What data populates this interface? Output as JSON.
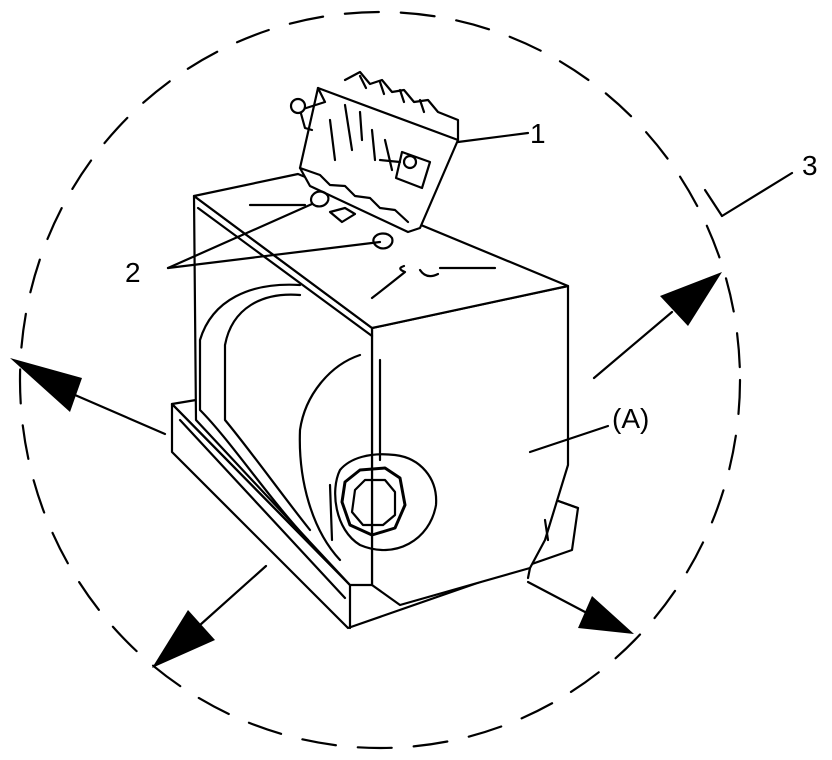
{
  "callouts": {
    "part_1": "1",
    "part_2": "2",
    "part_3": "3",
    "part_a": "(A)"
  },
  "colors": {
    "ink": "#000000",
    "paper": "#ffffff"
  }
}
